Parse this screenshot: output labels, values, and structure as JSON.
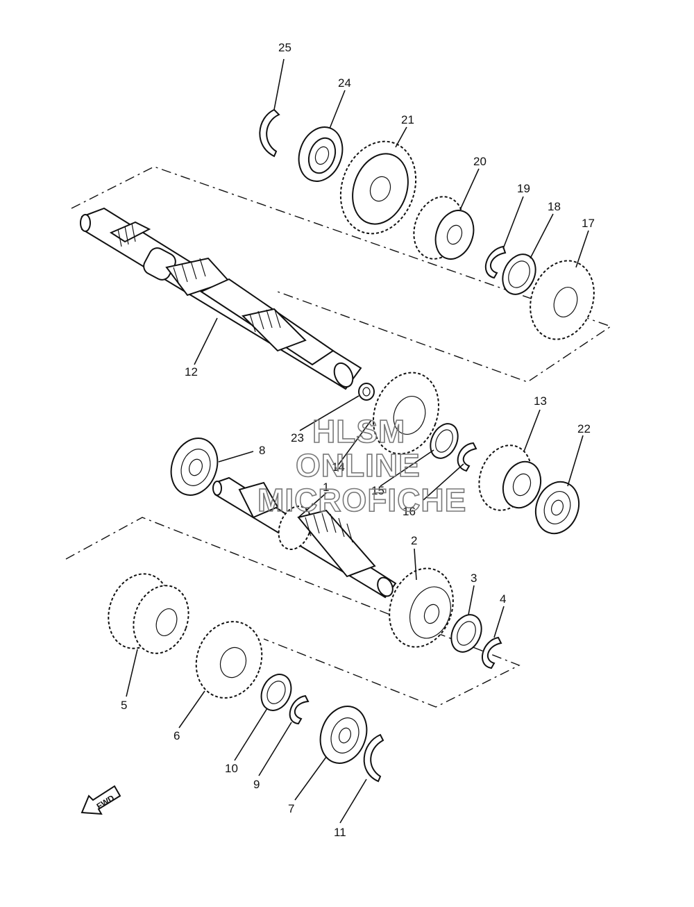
{
  "watermark": {
    "line1": "HLSM",
    "line2": "ONLINE",
    "line3": "MICROFICHE"
  },
  "direction_badge": "FWD",
  "callouts": [
    {
      "id": "1",
      "text": "1"
    },
    {
      "id": "2",
      "text": "2"
    },
    {
      "id": "3",
      "text": "3"
    },
    {
      "id": "4",
      "text": "4"
    },
    {
      "id": "5",
      "text": "5"
    },
    {
      "id": "6",
      "text": "6"
    },
    {
      "id": "7",
      "text": "7"
    },
    {
      "id": "8",
      "text": "8"
    },
    {
      "id": "9",
      "text": "9"
    },
    {
      "id": "10",
      "text": "10"
    },
    {
      "id": "11",
      "text": "11"
    },
    {
      "id": "12",
      "text": "12"
    },
    {
      "id": "13",
      "text": "13"
    },
    {
      "id": "14",
      "text": "14"
    },
    {
      "id": "15",
      "text": "15"
    },
    {
      "id": "16",
      "text": "16"
    },
    {
      "id": "17",
      "text": "17"
    },
    {
      "id": "18",
      "text": "18"
    },
    {
      "id": "19",
      "text": "19"
    },
    {
      "id": "20",
      "text": "20"
    },
    {
      "id": "21",
      "text": "21"
    },
    {
      "id": "22",
      "text": "22"
    },
    {
      "id": "23",
      "text": "23"
    },
    {
      "id": "24",
      "text": "24"
    },
    {
      "id": "25",
      "text": "25"
    }
  ]
}
